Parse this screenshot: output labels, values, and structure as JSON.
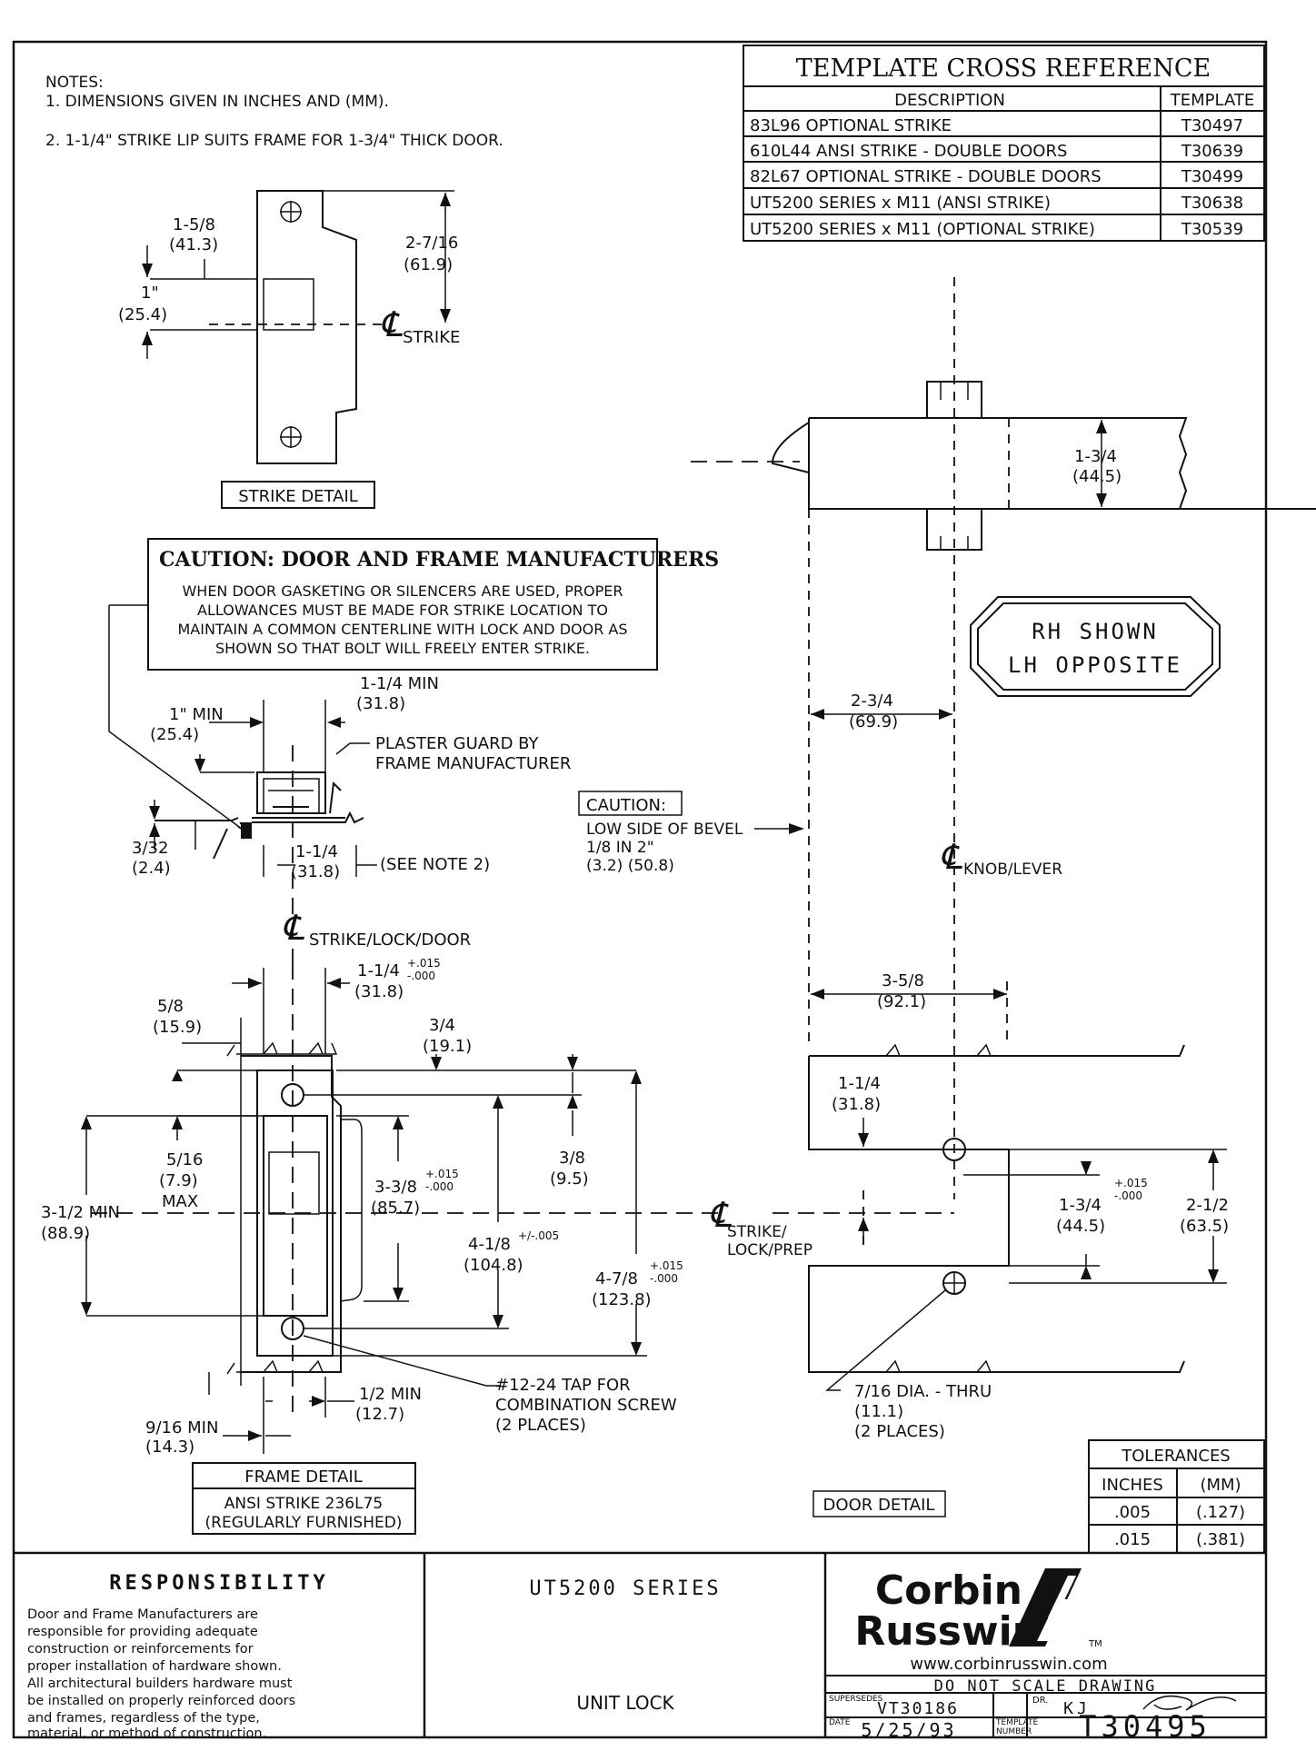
{
  "notes": {
    "title": "NOTES:",
    "n1": "1.   DIMENSIONS GIVEN IN INCHES AND (MM).",
    "n2": "2.   1-1/4\" STRIKE LIP SUITS FRAME FOR 1-3/4\" THICK DOOR."
  },
  "cross_reference": {
    "title": "TEMPLATE CROSS REFERENCE",
    "col_description": "DESCRIPTION",
    "col_template": "TEMPLATE",
    "rows": [
      {
        "description": "83L96 OPTIONAL STRIKE",
        "template": "T30497"
      },
      {
        "description": "610L44 ANSI STRIKE - DOUBLE DOORS",
        "template": "T30639"
      },
      {
        "description": "82L67 OPTIONAL STRIKE - DOUBLE DOORS",
        "template": "T30499"
      },
      {
        "description": "UT5200 SERIES x M11 (ANSI STRIKE)",
        "template": "T30638"
      },
      {
        "description": "UT5200 SERIES x M11 (OPTIONAL STRIKE)",
        "template": "T30539"
      }
    ]
  },
  "strike_detail": {
    "label": "STRIKE DETAIL",
    "d1_in": "1-5/8",
    "d1_mm": "(41.3)",
    "d2_in": "2-7/16",
    "d2_mm": "(61.9)",
    "d3_in": "1\"",
    "d3_mm": "(25.4)",
    "cl_symbol": "℄",
    "cl_label": "STRIKE"
  },
  "caution_box": {
    "title": "CAUTION:   DOOR AND FRAME MANUFACTURERS",
    "lines": [
      "WHEN DOOR GASKETING OR SILENCERS ARE USED, PROPER",
      "ALLOWANCES MUST BE MADE FOR STRIKE LOCATION TO",
      "MAINTAIN A COMMON CENTERLINE WITH LOCK AND DOOR AS",
      "SHOWN SO THAT BOLT WILL FREELY ENTER STRIKE."
    ]
  },
  "section": {
    "min_1in": "1\" MIN",
    "min_1in_mm": "(25.4)",
    "min_114": "1-1/4 MIN",
    "min_114_mm": "(31.8)",
    "plaster1": "PLASTER GUARD BY",
    "plaster2": "FRAME MANUFACTURER",
    "d332": "3/32",
    "d332_mm": "(2.4)",
    "lip": "1-1/4",
    "lip_mm": "(31.8)",
    "see_note": "(SEE NOTE 2)"
  },
  "bevel": {
    "caution": "CAUTION:",
    "l1": "LOW SIDE OF BEVEL",
    "l2": "1/8 IN 2\"",
    "l3": "(3.2) (50.8)"
  },
  "hand_badge": {
    "line1": "RH  SHOWN",
    "line2": "LH  OPPOSITE"
  },
  "door_top": {
    "d_in": "1-3/4",
    "d_mm": "(44.5)"
  },
  "door_detail": {
    "label": "DOOR DETAIL",
    "backset_in": "2-3/4",
    "backset_mm": "(69.9)",
    "cl_knob": "KNOB/LEVER",
    "d358": "3-5/8",
    "d358_mm": "(92.1)",
    "d114": "1-1/4",
    "d114_mm": "(31.8)",
    "d134": "1-3/4",
    "d134_tol_p": "+.015",
    "d134_tol_m": "-.000",
    "d134_mm": "(44.5)",
    "d212": "2-1/2",
    "d212_mm": "(63.5)",
    "cl_strike1": "STRIKE/",
    "cl_strike2": "LOCK/PREP",
    "hole1": "7/16 DIA. - THRU",
    "hole2": "(11.1)",
    "hole3": "(2 PLACES)"
  },
  "frame_detail": {
    "cl_label": "STRIKE/LOCK/DOOR",
    "w114": "1-1/4",
    "w114_tp": "+.015",
    "w114_tm": "-.000",
    "w114_mm": "(31.8)",
    "d58": "5/8",
    "d58_mm": "(15.9)",
    "d34": "3/4",
    "d34_mm": "(19.1)",
    "d516": "5/16",
    "d516_mm": "(7.9)",
    "max": "MAX",
    "d312": "3-1/2 MIN",
    "d312_mm": "(88.9)",
    "d338": "3-3/8",
    "d338_tp": "+.015",
    "d338_tm": "-.000",
    "d338_mm": "(85.7)",
    "d38": "3/8",
    "d38_mm": "(9.5)",
    "d418": "4-1/8",
    "d418_tol": "+/-.005",
    "d418_mm": "(104.8)",
    "d478": "4-7/8",
    "d478_tp": "+.015",
    "d478_tm": "-.000",
    "d478_mm": "(123.8)",
    "tap1": "#12-24 TAP FOR",
    "tap2": "COMBINATION SCREW",
    "tap3": "(2 PLACES)",
    "min12": "1/2 MIN",
    "min12_mm": "(12.7)",
    "min916": "9/16 MIN",
    "min916_mm": "(14.3)",
    "label": "FRAME DETAIL",
    "sub1": "ANSI STRIKE 236L75",
    "sub2": "(REGULARLY FURNISHED)"
  },
  "tolerances": {
    "title": "TOLERANCES",
    "col1": "INCHES",
    "col2": "(MM)",
    "r1a": ".005",
    "r1b": "(.127)",
    "r2a": ".015",
    "r2b": "(.381)"
  },
  "title_block": {
    "resp_title": "RESPONSIBILITY",
    "resp_lines": [
      "Door and Frame Manufacturers are",
      "responsible for providing adequate",
      "construction or reinforcements for",
      "proper installation of hardware shown.",
      "All architectural builders hardware must",
      "be installed on properly reinforced doors",
      "and frames, regardless of the type,",
      "material, or method of construction."
    ],
    "series": "UT5200  SERIES",
    "product": "UNIT LOCK",
    "logo1": "Corbin",
    "logo2": "Russwin",
    "tm": "TM",
    "website": "www.corbinrusswin.com",
    "do_not_scale": "DO  NOT  SCALE  DRAWING",
    "supersedes_label": "SUPERSEDES",
    "supersedes": "VT30186",
    "dr_label": "DR.",
    "dr": "KJ",
    "date_label": "DATE",
    "date": "5/25/93",
    "tn_label1": "TEMPLATE",
    "tn_label2": "NUMBER",
    "template_number": "T30495"
  }
}
